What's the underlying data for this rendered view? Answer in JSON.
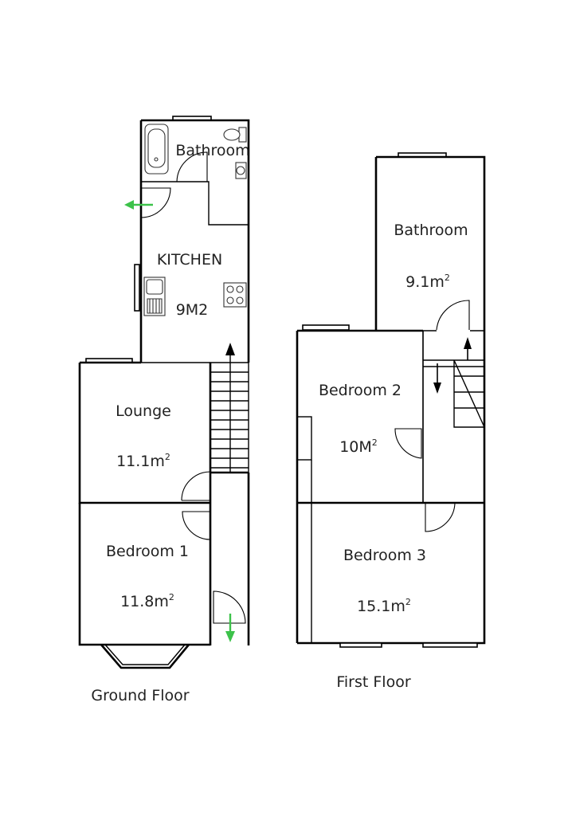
{
  "ground_floor": {
    "label": "Ground Floor",
    "rooms": {
      "bathroom": {
        "name": "Bathroom"
      },
      "kitchen": {
        "name": "KITCHEN",
        "area": "9M2"
      },
      "lounge": {
        "name": "Lounge",
        "area_value": "11.1m",
        "area_sup": "2"
      },
      "bedroom1": {
        "name": "Bedroom 1",
        "area_value": "11.8m",
        "area_sup": "2"
      }
    }
  },
  "first_floor": {
    "label": "First Floor",
    "rooms": {
      "bathroom": {
        "name": "Bathroom",
        "area_value": "9.1m",
        "area_sup": "2"
      },
      "bedroom2": {
        "name": "Bedroom 2",
        "area_value": "10M",
        "area_sup": "2"
      },
      "bedroom3": {
        "name": "Bedroom 3",
        "area_value": "15.1m",
        "area_sup": "2"
      }
    }
  },
  "colors": {
    "wall": "#000000",
    "entrance_arrow": "#3cc24a",
    "text": "#222222"
  }
}
